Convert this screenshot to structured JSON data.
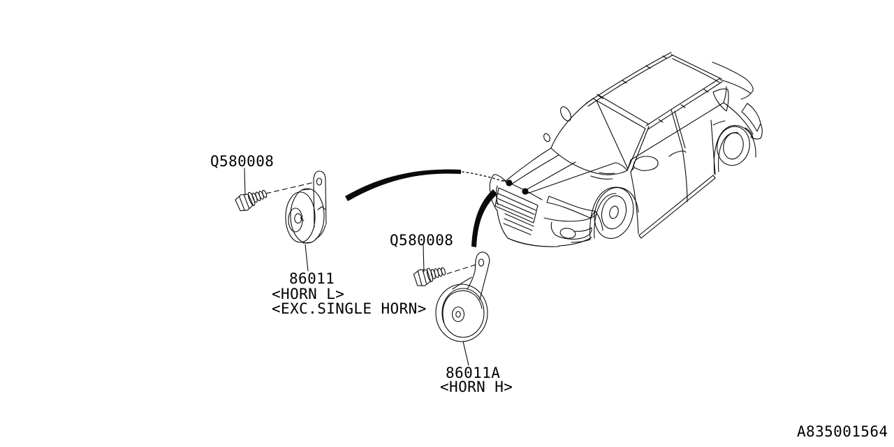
{
  "colors": {
    "background": "#ffffff",
    "line": "#0a0a0a"
  },
  "callouts": {
    "bolt_1_label": "Q580008",
    "bolt_2_label": "Q580008",
    "horn_l": {
      "part_number": "86011",
      "name": "<HORN L>",
      "note": "<EXC.SINGLE HORN>"
    },
    "horn_h": {
      "part_number": "86011A",
      "name": "<HORN H>"
    }
  },
  "footer": {
    "drawing_code": "A835001564"
  }
}
